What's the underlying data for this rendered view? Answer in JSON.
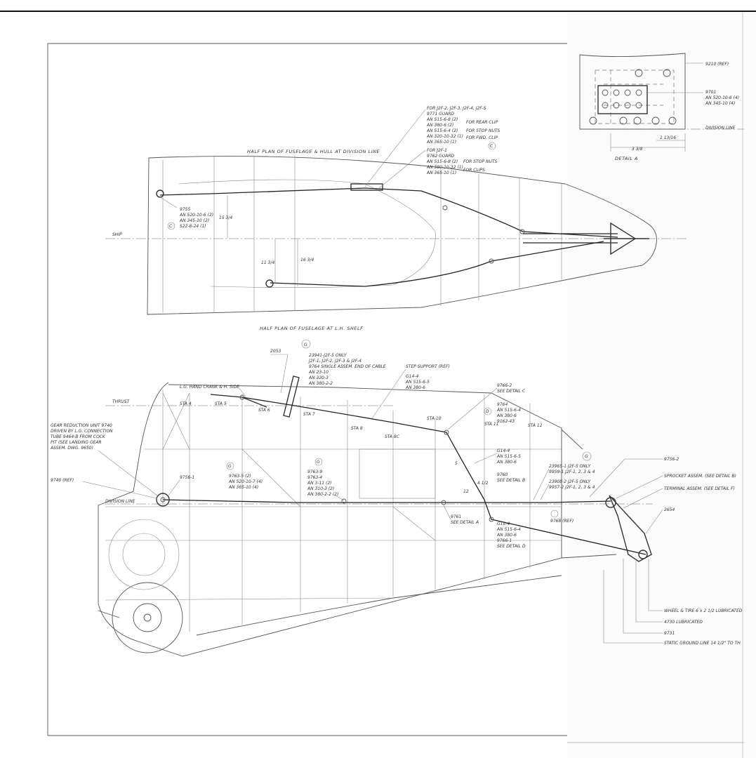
{
  "top_view": {
    "title": "HALF PLAN OF FUSELAGE & HULL AT DIVISION LINE",
    "ship_cl": "SHIP",
    "callouts": {
      "guard_a": [
        "FOR J2F-2, J2F-3, J2F-4, J2F-5",
        "9771 GUARD",
        "AN 515-6-8 (2)",
        "AN 380-6 (2)",
        "AN 515-6-4 (2)",
        "AN 320-10-32 (1)",
        "AN 365-10 (1)"
      ],
      "guard_a_notes": [
        "FOR REAR CLIP",
        "FOR STOP NUTS",
        "FOR FWD. CLIP"
      ],
      "guard_b": [
        "FOR J2F-1",
        "9762 GUARD",
        "AN 515-6-8 (2)",
        "AN 380-10-32 (1)",
        "AN 365-10 (1)"
      ],
      "guard_b_notes": [
        "FOR STOP NUTS",
        "FOR CLIPS"
      ],
      "pulley": [
        "9755",
        "AN 520-10-6 (2)",
        "AN 345-10 (2)",
        "S22-8-24 (1)"
      ],
      "dim_15": "15 3/4",
      "dim_11": "11 3/4",
      "dim_16": "16 3/4",
      "tag_c": "C"
    }
  },
  "detail_a": {
    "title": "DETAIL A",
    "ref": "9210 (REF)",
    "parts": [
      "9701",
      "AN 520-10-6 (4)",
      "AN 345-10 (4)"
    ],
    "division_line": "DIVISION LINE",
    "dim_1": "3 3/8",
    "dim_2": "1 13/16"
  },
  "side_view": {
    "title": "HALF PLAN OF FUSELAGE AT L.H. SHELF",
    "thrust": "THRUST",
    "division_line": "DIVISION LINE",
    "crank": "L.G. HAND CRANK & H. SIDE",
    "part_2053": "2053",
    "tag_g": "G",
    "cable_note": [
      "23941-J2F-5 ONLY",
      "J2F-1, J2F-2, J2F-3 & J2F-4",
      "9764 SINGLE ASSEM. END OF CABLE",
      "AN 23-10",
      "AN 320-3",
      "AN 380-2-2"
    ],
    "step_support": "STEP SUPPORT (REF)",
    "step_parts": [
      "G14-4",
      "AN 515-6-5",
      "AN 380-6"
    ],
    "stations": [
      "STA 4",
      "STA 5",
      "STA 6",
      "STA 7",
      "STA 8",
      "STA 8C",
      "STA 10",
      "STA 11",
      "STA 12"
    ],
    "gear_reduction": [
      "GEAR REDUCTION UNIT 9740",
      "DRIVEN BY L.G. CONNECTION",
      "TUBE 9464-B FROM COCK",
      "PIT (SEE LANDING GEAR",
      "ASSEM. DWG. 9650)"
    ],
    "ref_9740": "9740 (REF)",
    "part_9756_1": "9756-1",
    "group_1": [
      "9763-5 (2)",
      "AN 520-10-7 (4)",
      "AN 365-10 (4)"
    ],
    "group_2": [
      "9763-9",
      "9763-4",
      "AN 3-11 (2)",
      "AN 310-3 (2)",
      "AN 380-2-2 (2)"
    ],
    "detail_c": [
      "9766-2",
      "SEE DETAIL C"
    ],
    "group_3": [
      "9764",
      "AN 515-6-4",
      "AN 380-6"
    ],
    "ref_9762": "9162-43",
    "tag_d": "D",
    "group_4": [
      "G14-4",
      "AN 515-6-5",
      "AN 380-6"
    ],
    "detail_b": [
      "9760",
      "SEE DETAIL B"
    ],
    "detail_a_ref": [
      "9761",
      "SEE DETAIL A"
    ],
    "group_5": [
      "G18-4",
      "AN 515-6-4",
      "AN 380-6",
      "9766-1",
      "SEE DETAIL D"
    ],
    "part_9768": "9768 (REF)",
    "only_notes": [
      "23965-1 J2F-5 ONLY",
      "9959-1 J2F-1, 2, 3 & 4",
      "23908-2 J2F-5 ONLY",
      "9957-2 J2F-1, 2, 3 & 4"
    ],
    "right_labels": [
      "9756-2",
      "SPROCKET ASSEM. (SEE DETAIL B)",
      "TERMINAL ASSEM. (SEE DETAIL F)",
      "2654"
    ],
    "bottom_labels": [
      "WHEEL & TIRE 6 x 2 1/2 LUBRICATED",
      "4730 LUBRICATED",
      "9731",
      "STATIC GROUND LINE 14 1/2\" TO TH"
    ],
    "dim_5": "5",
    "dim_12": "12",
    "dim_4": "4 1/2"
  }
}
